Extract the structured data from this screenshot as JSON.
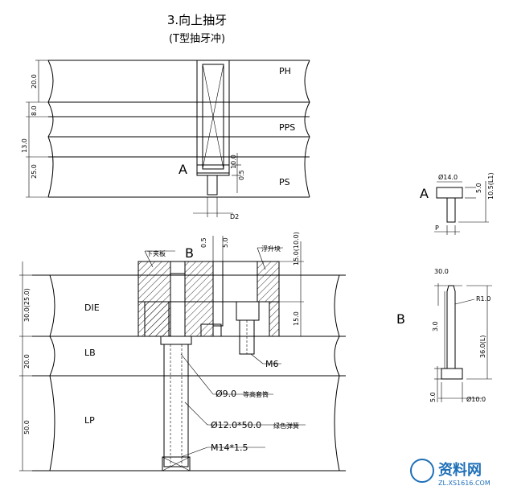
{
  "title": "3.向上抽牙",
  "subtitle": "(T型抽牙冲)",
  "top_view": {
    "plate_labels": [
      "PH",
      "PPS",
      "PS"
    ],
    "dims": [
      "20.0",
      "8.0",
      "13.0",
      "25.0",
      "10.0",
      "0.5"
    ],
    "point_label": "A",
    "d2_label": "D2"
  },
  "detail_a": {
    "label": "A",
    "dims": [
      "Ø14.0",
      "5.0",
      "10.5(L1)"
    ],
    "p_label": "P"
  },
  "bottom_view": {
    "plate_labels": [
      "DIE",
      "LB",
      "LP"
    ],
    "left_dims": [
      "30.0(25.0)",
      "20.0",
      "50.0"
    ],
    "top_dims": [
      "0.5",
      "5.0",
      "15.0(10.0)"
    ],
    "right_dim": "15.0",
    "point_label": "B",
    "callouts": {
      "lower_clamp": "下夹板",
      "lift_block": "浮升块",
      "m6": "M6",
      "phi9": "Ø9.0",
      "phi9_note": "等高套筒",
      "phi12": "Ø12.0*50.0",
      "phi12_note": "绿色弹簧",
      "m14": "M14*1.5"
    }
  },
  "detail_b": {
    "label": "B",
    "dims": [
      "30.0",
      "R1.0",
      "3.0",
      "36.0(L)",
      "5.0",
      "Ø10.0"
    ]
  },
  "watermark": {
    "text": "资料网",
    "url": "ZL.XS1616.COM"
  }
}
